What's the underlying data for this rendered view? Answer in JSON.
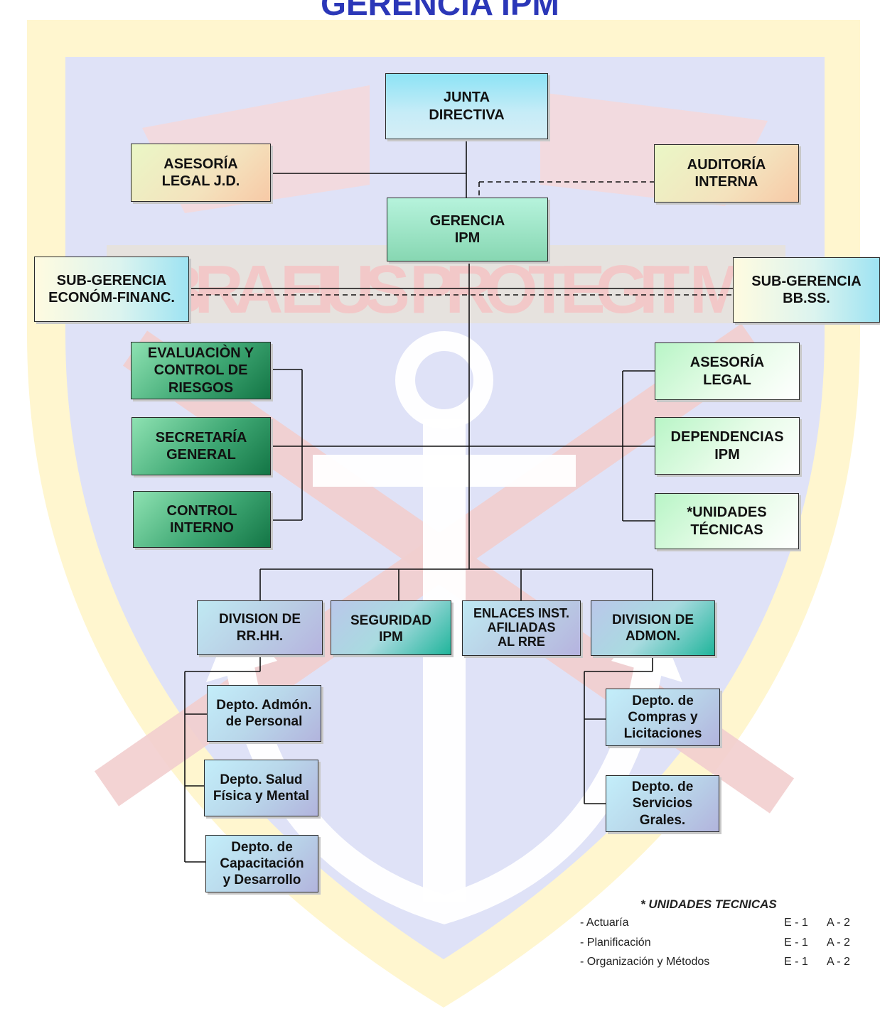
{
  "title": "GERENCIA IPM",
  "watermark_motto": "LIBRA EIUS PROTEGIT ME",
  "colors": {
    "line": "#111111",
    "title": "#2b37b8",
    "crest_yellow": "#fff6cf",
    "crest_blue": "#dfe2f7"
  },
  "boxes": {
    "junta_directiva": "JUNTA\nDIRECTIVA",
    "asesoria_legal_jd": "ASESORÍA\nLEGAL J.D.",
    "auditoria_interna": "AUDITORÍA\nINTERNA",
    "gerencia_ipm": "GERENCIA\nIPM",
    "sub_gerencia_econ": "SUB-GERENCIA\nECONÓM-FINANC.",
    "sub_gerencia_bbss": "SUB-GERENCIA\nBB.SS.",
    "evaluacion_riesgos": "EVALUACIÒN Y\nCONTROL DE\nRIESGOS",
    "secretaria_general": "SECRETARÍA\nGENERAL",
    "control_interno": "CONTROL\nINTERNO",
    "asesoria_legal": "ASESORÍA\nLEGAL",
    "dependencias_ipm": "DEPENDENCIAS\nIPM",
    "unidades_tecnicas": "*UNIDADES\nTÉCNICAS",
    "division_rrhh": "DIVISION DE\nRR.HH.",
    "seguridad_ipm": "SEGURIDAD\nIPM",
    "enlaces": "ENLACES INST.\nAFILIADAS\nAL RRE",
    "division_admon": "DIVISION DE\nADMON.",
    "depto_admon_personal": "Depto. Admón.\nde Personal",
    "depto_salud": "Depto. Salud\nFísica y Mental",
    "depto_capacitacion": "Depto. de\nCapacitación\ny Desarrollo",
    "depto_compras": "Depto. de\nCompras y\nLicitaciones",
    "depto_servicios": "Depto. de\nServicios\nGrales."
  },
  "legend": {
    "title": "* UNIDADES TECNICAS",
    "items": [
      {
        "name": "-  Actuaría",
        "e": "E - 1",
        "a": "A - 2"
      },
      {
        "name": "-  Planificación",
        "e": "E - 1",
        "a": "A - 2"
      },
      {
        "name": "-  Organización  y Métodos",
        "e": "E - 1",
        "a": "A - 2"
      }
    ]
  }
}
